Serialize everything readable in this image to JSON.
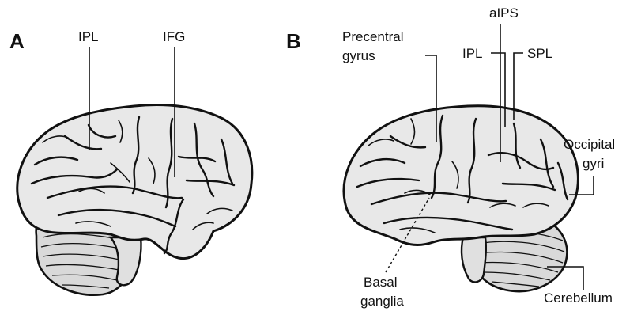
{
  "panels": [
    {
      "letter": "A",
      "labels": {
        "ipl": "IPL",
        "ifg": "IFG"
      }
    },
    {
      "letter": "B",
      "labels": {
        "precentral_line1": "Precentral",
        "precentral_line2": "gyrus",
        "aips": "aIPS",
        "ipl": "IPL",
        "spl": "SPL",
        "occipital_line1": "Occipital",
        "occipital_line2": "gyri",
        "basal_line1": "Basal",
        "basal_line2": "ganglia",
        "cerebellum": "Cerebellum"
      }
    }
  ],
  "colors": {
    "line": "#111111",
    "brain_fill": "#e8e8e8",
    "background": "#ffffff"
  }
}
